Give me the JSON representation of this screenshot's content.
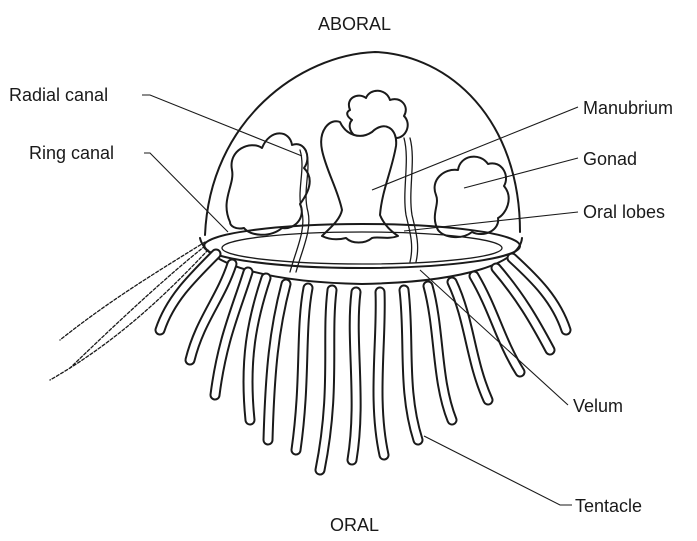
{
  "diagram": {
    "top_label": "ABORAL",
    "bottom_label": "ORAL",
    "labels": {
      "radial_canal": "Radial canal",
      "ring_canal": "Ring canal",
      "manubrium": "Manubrium",
      "gonad": "Gonad",
      "oral_lobes": "Oral lobes",
      "velum": "Velum",
      "tentacle": "Tentacle"
    },
    "ink_color": "#1a1a1a",
    "background_color": "#ffffff"
  }
}
